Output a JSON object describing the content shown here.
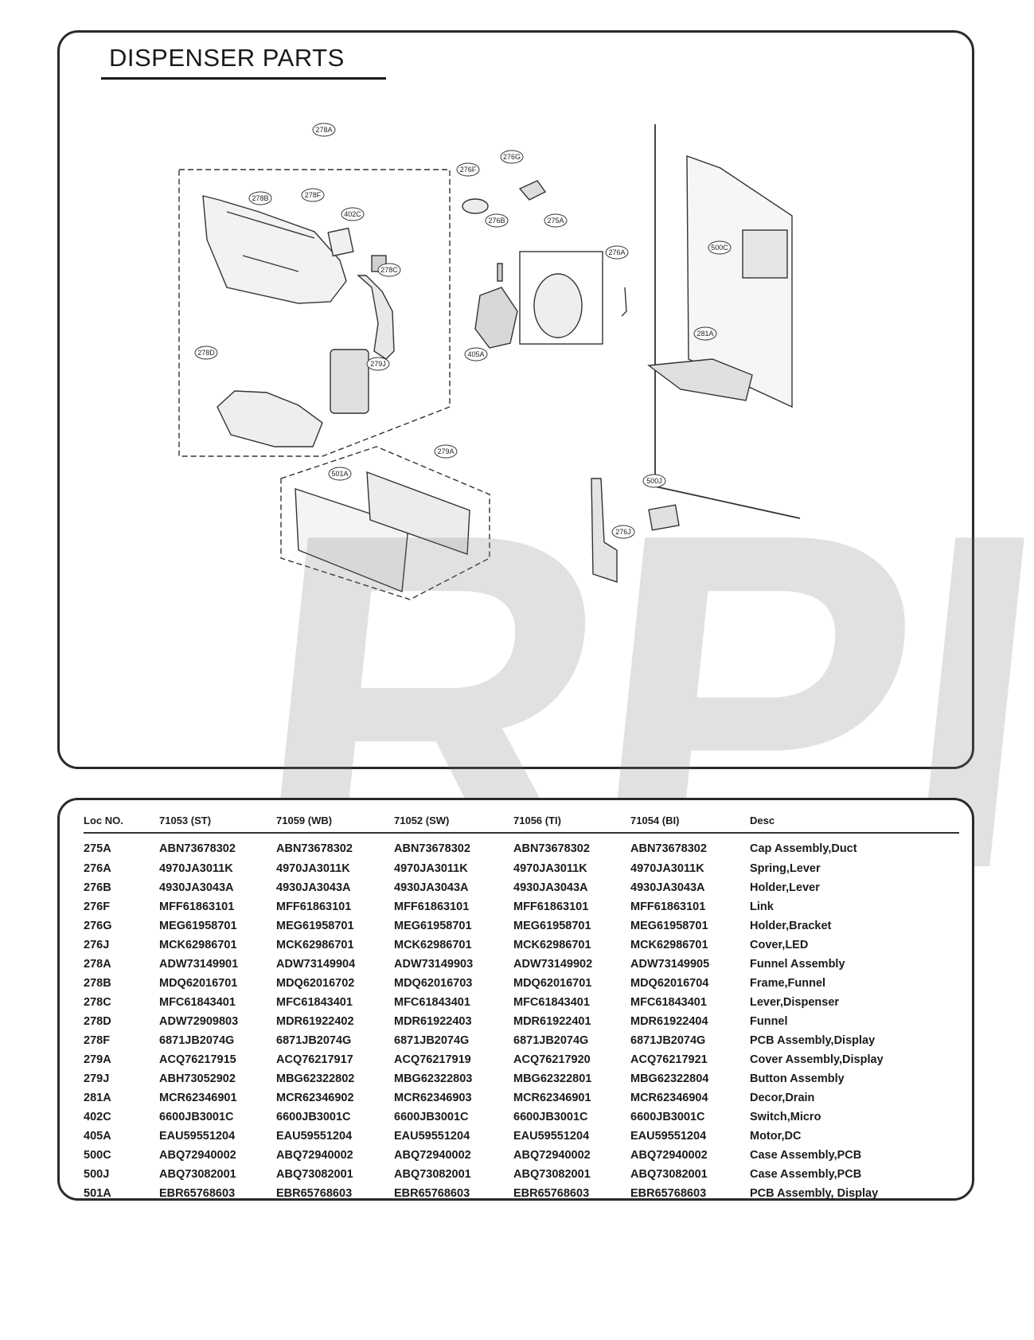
{
  "page": {
    "title": "DISPENSER PARTS",
    "watermark": "RPI"
  },
  "diagram": {
    "callouts": [
      "278A",
      "276F",
      "276G",
      "278B",
      "278F",
      "402C",
      "276B",
      "275A",
      "276A",
      "500C",
      "278C",
      "405A",
      "281A",
      "278D",
      "279J",
      "279A",
      "501A",
      "500J",
      "276J"
    ]
  },
  "table": {
    "headers": [
      "Loc NO.",
      "71053 (ST)",
      "71059 (WB)",
      "71052 (SW)",
      "71056 (TI)",
      "71054 (BI)",
      "Desc"
    ],
    "rows": [
      [
        "275A",
        "ABN73678302",
        "ABN73678302",
        "ABN73678302",
        "ABN73678302",
        "ABN73678302",
        "Cap Assembly,Duct"
      ],
      [
        "276A",
        "4970JA3011K",
        "4970JA3011K",
        "4970JA3011K",
        "4970JA3011K",
        "4970JA3011K",
        "Spring,Lever"
      ],
      [
        "276B",
        "4930JA3043A",
        "4930JA3043A",
        "4930JA3043A",
        "4930JA3043A",
        "4930JA3043A",
        "Holder,Lever"
      ],
      [
        "276F",
        "MFF61863101",
        "MFF61863101",
        "MFF61863101",
        "MFF61863101",
        "MFF61863101",
        "Link"
      ],
      [
        "276G",
        "MEG61958701",
        "MEG61958701",
        "MEG61958701",
        "MEG61958701",
        "MEG61958701",
        "Holder,Bracket"
      ],
      [
        "276J",
        "MCK62986701",
        "MCK62986701",
        "MCK62986701",
        "MCK62986701",
        "MCK62986701",
        "Cover,LED"
      ],
      [
        "278A",
        "ADW73149901",
        "ADW73149904",
        "ADW73149903",
        "ADW73149902",
        "ADW73149905",
        "Funnel Assembly"
      ],
      [
        "278B",
        "MDQ62016701",
        "MDQ62016702",
        "MDQ62016703",
        "MDQ62016701",
        "MDQ62016704",
        "Frame,Funnel"
      ],
      [
        "278C",
        "MFC61843401",
        "MFC61843401",
        "MFC61843401",
        "MFC61843401",
        "MFC61843401",
        "Lever,Dispenser"
      ],
      [
        "278D",
        "ADW72909803",
        "MDR61922402",
        "MDR61922403",
        "MDR61922401",
        "MDR61922404",
        "Funnel"
      ],
      [
        "278F",
        "6871JB2074G",
        "6871JB2074G",
        "6871JB2074G",
        "6871JB2074G",
        "6871JB2074G",
        "PCB Assembly,Display"
      ],
      [
        "279A",
        "ACQ76217915",
        "ACQ76217917",
        "ACQ76217919",
        "ACQ76217920",
        "ACQ76217921",
        "Cover Assembly,Display"
      ],
      [
        "279J",
        "ABH73052902",
        "MBG62322802",
        "MBG62322803",
        "MBG62322801",
        "MBG62322804",
        "Button Assembly"
      ],
      [
        "281A",
        "MCR62346901",
        "MCR62346902",
        "MCR62346903",
        "MCR62346901",
        "MCR62346904",
        "Decor,Drain"
      ],
      [
        "402C",
        "6600JB3001C",
        "6600JB3001C",
        "6600JB3001C",
        "6600JB3001C",
        "6600JB3001C",
        "Switch,Micro"
      ],
      [
        "405A",
        "EAU59551204",
        "EAU59551204",
        "EAU59551204",
        "EAU59551204",
        "EAU59551204",
        "Motor,DC"
      ],
      [
        "500C",
        "ABQ72940002",
        "ABQ72940002",
        "ABQ72940002",
        "ABQ72940002",
        "ABQ72940002",
        "Case Assembly,PCB"
      ],
      [
        "500J",
        "ABQ73082001",
        "ABQ73082001",
        "ABQ73082001",
        "ABQ73082001",
        "ABQ73082001",
        "Case Assembly,PCB"
      ],
      [
        "501A",
        "EBR65768603",
        "EBR65768603",
        "EBR65768603",
        "EBR65768603",
        "EBR65768603",
        "PCB Assembly, Display"
      ]
    ]
  }
}
